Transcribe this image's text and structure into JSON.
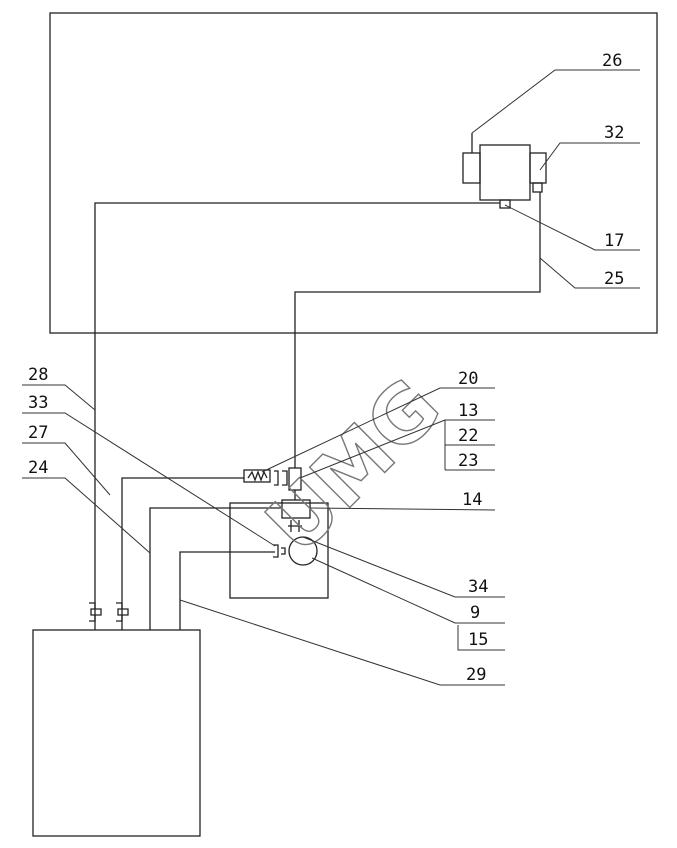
{
  "watermark": "UMG",
  "labels": {
    "l26": "26",
    "l32": "32",
    "l17": "17",
    "l25": "25",
    "l20": "20",
    "l13": "13",
    "l22": "22",
    "l23": "23",
    "l14": "14",
    "l34": "34",
    "l9": "9",
    "l15": "15",
    "l29": "29",
    "l28": "28",
    "l33": "33",
    "l27": "27",
    "l24": "24"
  }
}
